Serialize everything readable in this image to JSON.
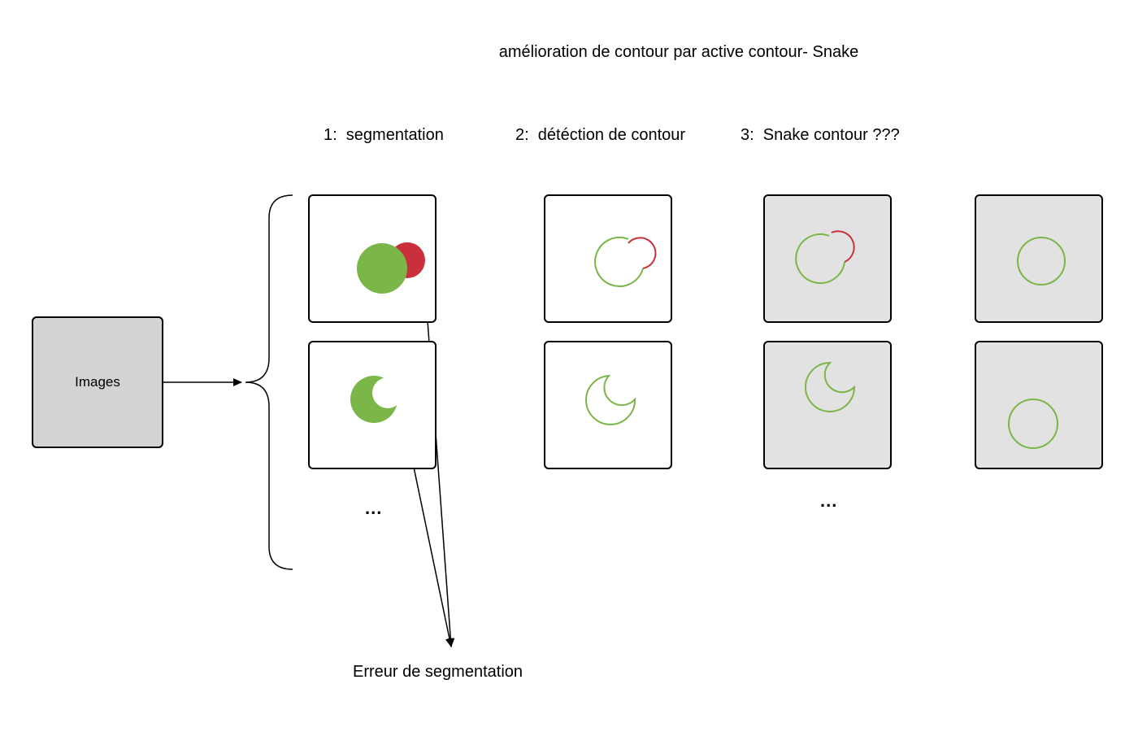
{
  "title": "amélioration de contour par active contour- Snake",
  "steps": [
    {
      "label": "1:  segmentation"
    },
    {
      "label": "2:  détéction de contour"
    },
    {
      "label": "3:  Snake contour ???"
    }
  ],
  "source_box": {
    "label": "Images"
  },
  "ellipsis": "...",
  "error_label": "Erreur de segmentation",
  "colors": {
    "green": "#7ab648",
    "red": "#c9303b",
    "panel_grey": "#e2e2e2",
    "source_grey": "#d3d3d3"
  }
}
